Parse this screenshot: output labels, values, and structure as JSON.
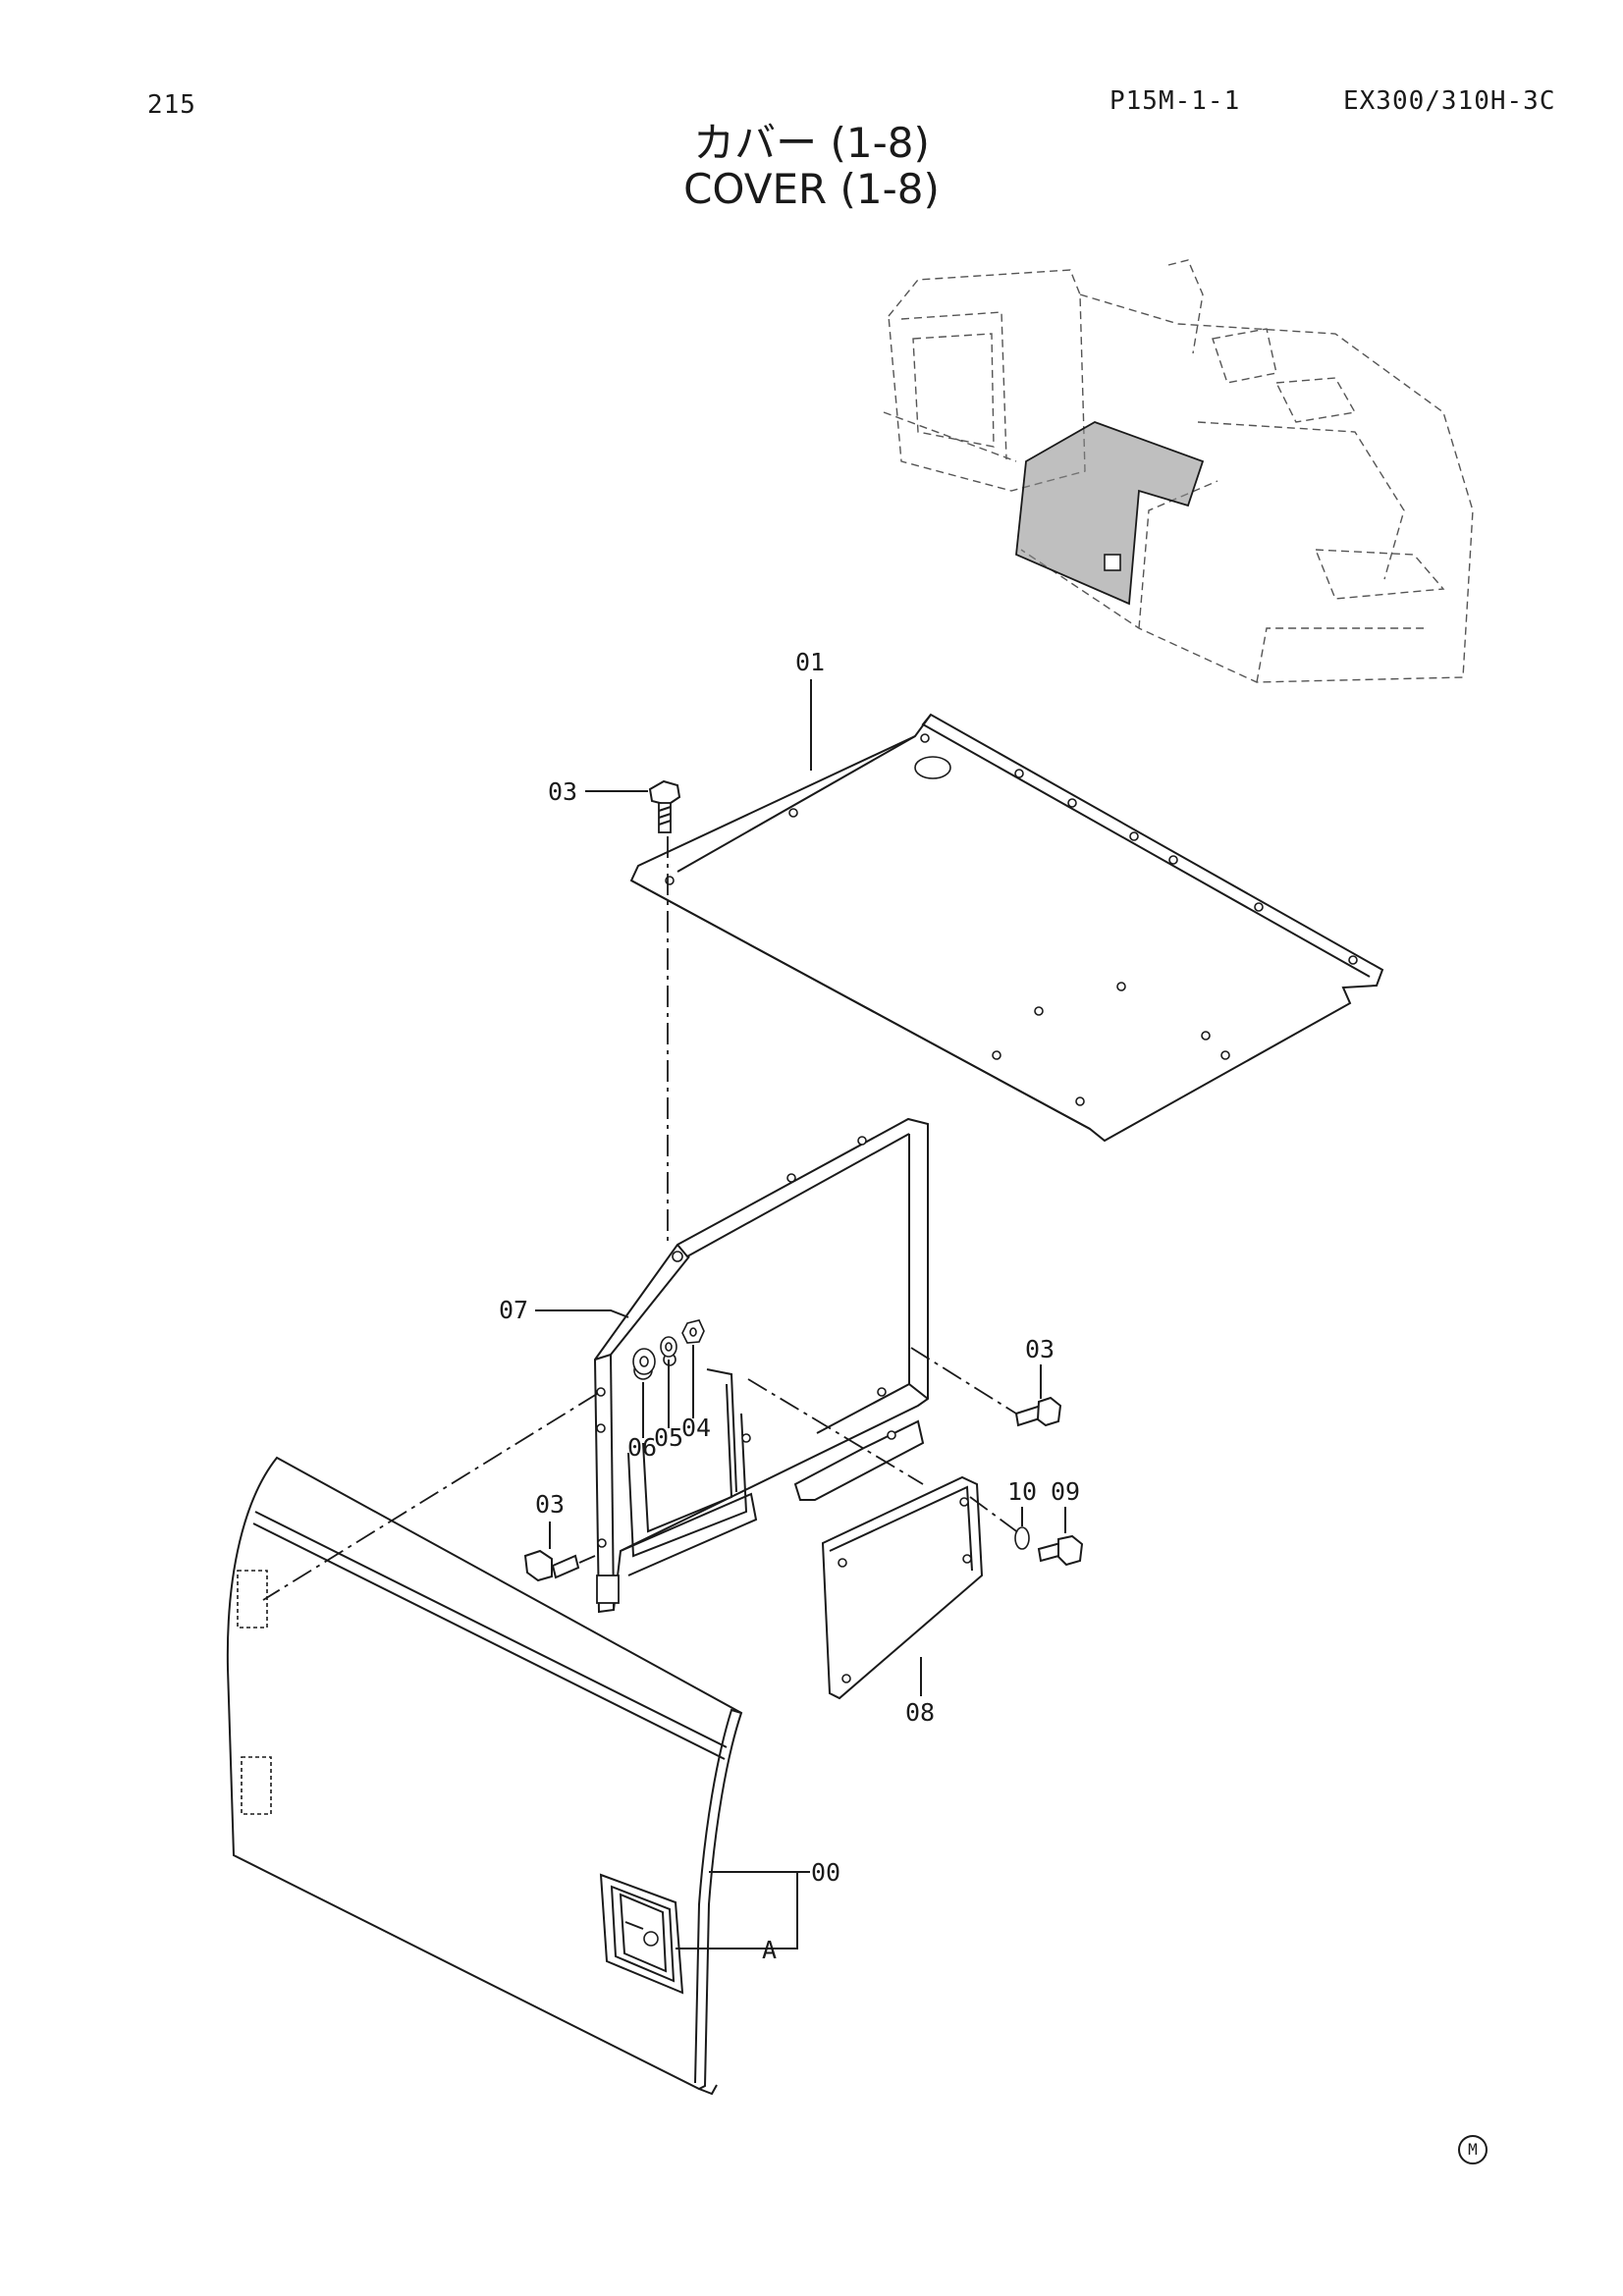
{
  "header": {
    "page_number": "215",
    "figure_code": "P15M-1-1",
    "model": "EX300/310H-3C"
  },
  "title": {
    "japanese": "カバー (1-8)",
    "english": "COVER (1-8)"
  },
  "callouts": {
    "c01": "01",
    "c03a": "03",
    "c03b": "03",
    "c03c": "03",
    "c07": "07",
    "c06": "06",
    "c05": "05",
    "c04": "04",
    "c10": "10",
    "c09": "09",
    "c08": "08",
    "c00": "00",
    "cA": "A"
  },
  "footer": {
    "mark": "M"
  }
}
